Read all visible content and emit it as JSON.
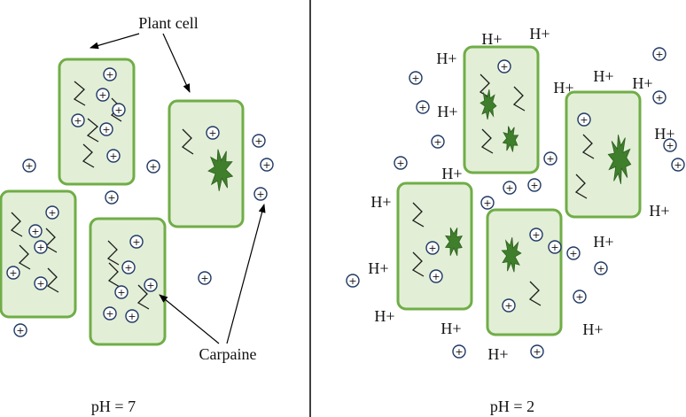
{
  "labels": {
    "plant_cell": "Plant cell",
    "carpaine": "Carpaine",
    "ph_left": "pH = 7",
    "ph_right": "pH = 2",
    "proton": "H+",
    "cation_symbol": "+"
  },
  "colors": {
    "cell_fill": "#e2efd6",
    "cell_border": "#70ad47",
    "carpaine": "#3f7f2c",
    "ion": "#1f3864",
    "line": "#000000"
  }
}
